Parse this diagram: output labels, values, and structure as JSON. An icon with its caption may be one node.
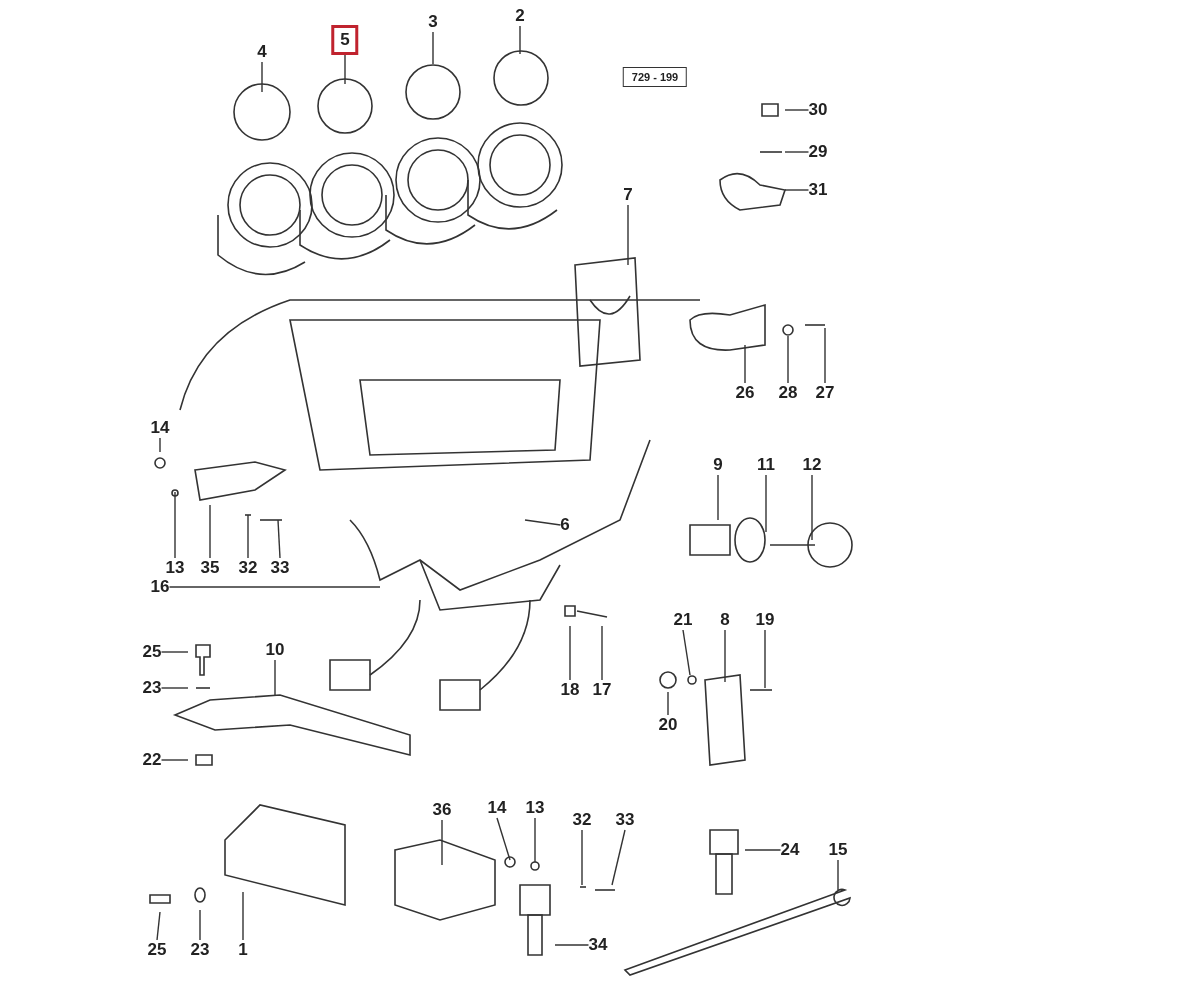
{
  "diagram": {
    "nodes": [
      {
        "text": [
          "4"
        ]
      },
      {
        "text": [
          "5"
        ]
      },
      {
        "text": [
          "3"
        ]
      },
      {
        "text": [
          "2"
        ]
      },
      {
        "text": [
          "729 - 199"
        ]
      },
      {
        "text": [
          "30"
        ]
      },
      {
        "text": [
          "29"
        ]
      },
      {
        "text": [
          "31"
        ]
      },
      {
        "text": [
          "7"
        ]
      },
      {
        "text": [
          "26"
        ]
      },
      {
        "text": [
          "28"
        ]
      },
      {
        "text": [
          "27"
        ]
      },
      {
        "text": [
          "14"
        ]
      },
      {
        "text": [
          "9"
        ]
      },
      {
        "text": [
          "11"
        ]
      },
      {
        "text": [
          "12"
        ]
      },
      {
        "text": [
          "6"
        ]
      },
      {
        "text": [
          "13"
        ]
      },
      {
        "text": [
          "35"
        ]
      },
      {
        "text": [
          "32"
        ]
      },
      {
        "text": [
          "33"
        ]
      },
      {
        "text": [
          "16"
        ]
      },
      {
        "text": [
          "21"
        ]
      },
      {
        "text": [
          "8"
        ]
      },
      {
        "text": [
          "19"
        ]
      },
      {
        "text": [
          "25"
        ]
      },
      {
        "text": [
          "10"
        ]
      },
      {
        "text": [
          "23"
        ]
      },
      {
        "text": [
          "18"
        ]
      },
      {
        "text": [
          "17"
        ]
      },
      {
        "text": [
          "20"
        ]
      },
      {
        "text": [
          "22"
        ]
      },
      {
        "text": [
          "36"
        ]
      },
      {
        "text": [
          "14"
        ]
      },
      {
        "text": [
          "13"
        ]
      },
      {
        "text": [
          "32"
        ]
      },
      {
        "text": [
          "33"
        ]
      },
      {
        "text": [
          "24"
        ]
      },
      {
        "text": [
          "15"
        ]
      },
      {
        "text": [
          "34"
        ]
      },
      {
        "text": [
          "25"
        ]
      },
      {
        "text": [
          "23"
        ]
      },
      {
        "text": [
          "1"
        ]
      }
    ],
    "edges": [
      {
        "from": 0,
        "to": null,
        "arrow": "none"
      },
      {
        "from": 1,
        "to": null,
        "arrow": "none"
      },
      {
        "from": 2,
        "to": null,
        "arrow": "none"
      },
      {
        "from": 3,
        "to": null,
        "arrow": "none"
      },
      {
        "from": 5,
        "to": null,
        "arrow": "none"
      },
      {
        "from": 6,
        "to": null,
        "arrow": "none"
      },
      {
        "from": 7,
        "to": null,
        "arrow": "none"
      },
      {
        "from": 8,
        "to": null,
        "arrow": "none"
      },
      {
        "from": 9,
        "to": null,
        "arrow": "none"
      },
      {
        "from": 10,
        "to": null,
        "arrow": "none"
      },
      {
        "from": 11,
        "to": null,
        "arrow": "none"
      },
      {
        "from": 12,
        "to": null,
        "arrow": "none"
      },
      {
        "from": 13,
        "to": null,
        "arrow": "none"
      },
      {
        "from": 14,
        "to": null,
        "arrow": "none"
      },
      {
        "from": 15,
        "to": null,
        "arrow": "none"
      },
      {
        "from": 16,
        "to": null,
        "arrow": "none"
      },
      {
        "from": 17,
        "to": null,
        "arrow": "none"
      },
      {
        "from": 18,
        "to": null,
        "arrow": "none"
      },
      {
        "from": 19,
        "to": null,
        "arrow": "none"
      },
      {
        "from": 20,
        "to": null,
        "arrow": "none"
      },
      {
        "from": 21,
        "to": null,
        "arrow": "none"
      },
      {
        "from": 22,
        "to": null,
        "arrow": "none"
      },
      {
        "from": 23,
        "to": null,
        "arrow": "none"
      },
      {
        "from": 24,
        "to": null,
        "arrow": "none"
      },
      {
        "from": 25,
        "to": null,
        "arrow": "none"
      },
      {
        "from": 26,
        "to": null,
        "arrow": "none"
      },
      {
        "from": 27,
        "to": null,
        "arrow": "none"
      },
      {
        "from": 28,
        "to": null,
        "arrow": "none"
      },
      {
        "from": 29,
        "to": null,
        "arrow": "none"
      },
      {
        "from": 30,
        "to": null,
        "arrow": "none"
      },
      {
        "from": 31,
        "to": null,
        "arrow": "none"
      },
      {
        "from": 32,
        "to": null,
        "arrow": "none"
      },
      {
        "from": 33,
        "to": null,
        "arrow": "none"
      },
      {
        "from": 34,
        "to": null,
        "arrow": "none"
      },
      {
        "from": 35,
        "to": null,
        "arrow": "none"
      },
      {
        "from": 36,
        "to": null,
        "arrow": "none"
      },
      {
        "from": 37,
        "to": null,
        "arrow": "none"
      },
      {
        "from": 38,
        "to": null,
        "arrow": "none"
      },
      {
        "from": 39,
        "to": null,
        "arrow": "none"
      },
      {
        "from": 40,
        "to": null,
        "arrow": "none"
      },
      {
        "from": 41,
        "to": null,
        "arrow": "none"
      },
      {
        "from": 42,
        "to": null,
        "arrow": "none"
      }
    ]
  }
}
